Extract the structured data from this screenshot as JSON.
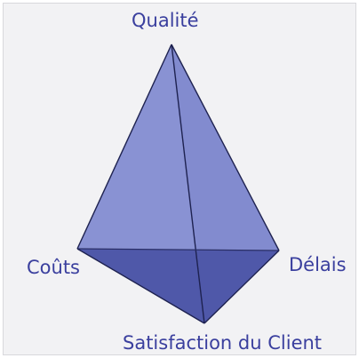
{
  "diagram": {
    "labels": {
      "top": "Qualité",
      "left": "Coûts",
      "right": "Délais",
      "bottom": "Satisfaction du Client"
    },
    "colors": {
      "face_light": "#8e97d6",
      "face_mid": "#7c86cd",
      "base": "#4e57a8",
      "edge": "#1e2250",
      "label_text": "#3a3f9e",
      "background": "#f2f2f4"
    }
  }
}
